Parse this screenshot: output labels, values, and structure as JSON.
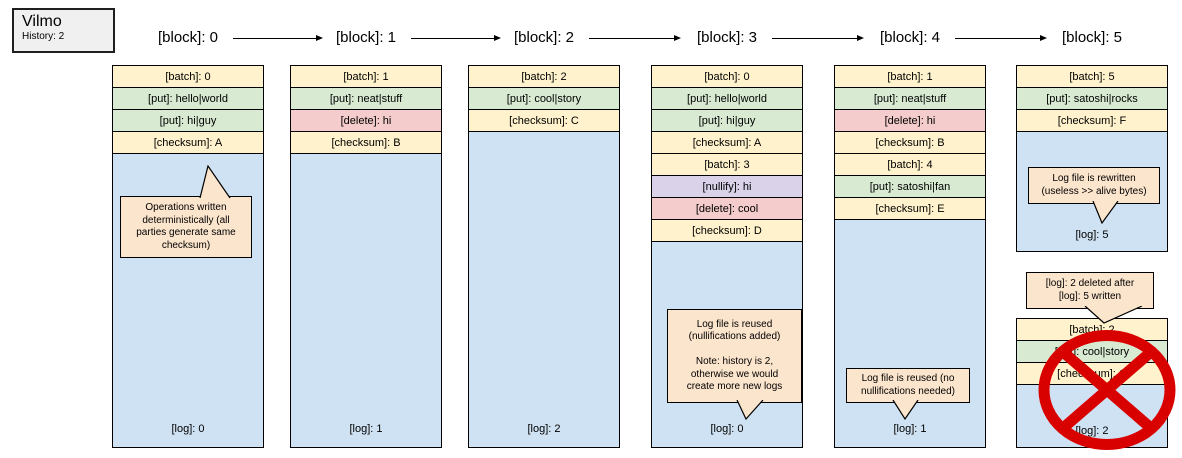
{
  "node": {
    "title": "Vilmo",
    "subtitle": "History: 2"
  },
  "colors": {
    "batch": "#fff2cc",
    "put": "#d9ead3",
    "delete": "#f4cccc",
    "nullify": "#d9d2e9",
    "checksum": "#fff2cc",
    "log": "#cfe2f3",
    "callout": "#fce5cd",
    "node_fill": "#f0f0f0",
    "prohibition_red": "#d90000"
  },
  "columns": [
    {
      "block_label": "[block]: 0",
      "rows": [
        {
          "type": "batch",
          "label": "[batch]: 0"
        },
        {
          "type": "put",
          "label": "[put]: hello|world"
        },
        {
          "type": "put",
          "label": "[put]: hi|guy"
        },
        {
          "type": "checksum",
          "label": "[checksum]: A"
        }
      ],
      "log_label": "[log]: 0"
    },
    {
      "block_label": "[block]: 1",
      "rows": [
        {
          "type": "batch",
          "label": "[batch]: 1"
        },
        {
          "type": "put",
          "label": "[put]: neat|stuff"
        },
        {
          "type": "delete",
          "label": "[delete]: hi"
        },
        {
          "type": "checksum",
          "label": "[checksum]: B"
        }
      ],
      "log_label": "[log]: 1"
    },
    {
      "block_label": "[block]: 2",
      "rows": [
        {
          "type": "batch",
          "label": "[batch]: 2"
        },
        {
          "type": "put",
          "label": "[put]: cool|story"
        },
        {
          "type": "checksum",
          "label": "[checksum]: C"
        }
      ],
      "log_label": "[log]: 2"
    },
    {
      "block_label": "[block]: 3",
      "rows": [
        {
          "type": "batch",
          "label": "[batch]: 0"
        },
        {
          "type": "put",
          "label": "[put]: hello|world"
        },
        {
          "type": "put",
          "label": "[put]: hi|guy"
        },
        {
          "type": "checksum",
          "label": "[checksum]: A"
        },
        {
          "type": "batch",
          "label": "[batch]: 3"
        },
        {
          "type": "nullify",
          "label": "[nullify]: hi"
        },
        {
          "type": "delete",
          "label": "[delete]: cool"
        },
        {
          "type": "checksum",
          "label": "[checksum]: D"
        }
      ],
      "log_label": "[log]: 0"
    },
    {
      "block_label": "[block]: 4",
      "rows": [
        {
          "type": "batch",
          "label": "[batch]: 1"
        },
        {
          "type": "put",
          "label": "[put]: neat|stuff"
        },
        {
          "type": "delete",
          "label": "[delete]: hi"
        },
        {
          "type": "checksum",
          "label": "[checksum]: B"
        },
        {
          "type": "batch",
          "label": "[batch]: 4"
        },
        {
          "type": "put",
          "label": "[put]: satoshi|fan"
        },
        {
          "type": "checksum",
          "label": "[checksum]: E"
        }
      ],
      "log_label": "[log]: 1"
    },
    {
      "block_label": "[block]: 5",
      "rows": [
        {
          "type": "batch",
          "label": "[batch]: 5"
        },
        {
          "type": "put",
          "label": "[put]: satoshi|rocks"
        },
        {
          "type": "checksum",
          "label": "[checksum]: F"
        }
      ],
      "log_label": "[log]: 5"
    }
  ],
  "deleted_block": {
    "rows": [
      {
        "type": "batch",
        "label": "[batch]: 2"
      },
      {
        "type": "put",
        "label": "[put]: cool|story"
      },
      {
        "type": "checksum",
        "label": "[checksum]: C"
      }
    ],
    "log_label": "[log]: 2"
  },
  "callouts": {
    "deterministic": "Operations written\ndeterministically (all\nparties generate same\nchecksum)",
    "reuse_nullify": "Log file is reused\n(nullifications added)\n\nNote: history is 2,\notherwise we would\ncreate more new logs",
    "reuse_clean": "Log file is reused (no\nnullifications needed)",
    "rewrite": "Log file is rewritten\n(useless >> alive bytes)",
    "deleted_after": "[log]: 2 deleted after\n[log]: 5 written"
  }
}
